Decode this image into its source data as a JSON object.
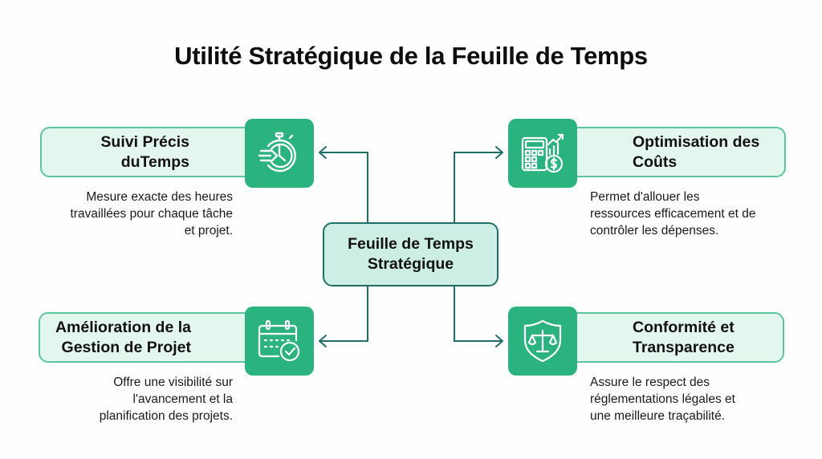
{
  "title": "Utilité Stratégique de la Feuille de Temps",
  "center": {
    "line1": "Feuille de Temps",
    "line2": "Stratégique"
  },
  "nodes": [
    {
      "position": "top-left",
      "title_lines": [
        "Suivi Précis duTemps"
      ],
      "icon": "stopwatch-icon",
      "description_lines": [
        "Mesure exacte des heures",
        "travaillées pour chaque tâche",
        "et projet."
      ]
    },
    {
      "position": "top-right",
      "title_lines": [
        "Optimisation des Coûts"
      ],
      "icon": "calculator-dollar-icon",
      "description_lines": [
        "Permet d'allouer les",
        "ressources efficacement et de",
        "contrôler les dépenses."
      ]
    },
    {
      "position": "bottom-left",
      "title_lines": [
        "Amélioration de la",
        "Gestion de Projet"
      ],
      "icon": "calendar-check-icon",
      "description_lines": [
        "Offre une visibilité sur",
        "l'avancement et la",
        "planification des projets."
      ]
    },
    {
      "position": "bottom-right",
      "title_lines": [
        "Conformité et",
        "Transparence"
      ],
      "icon": "shield-scales-icon",
      "description_lines": [
        "Assure le respect des",
        "réglementations légales et",
        "une meilleure traçabilité."
      ]
    }
  ],
  "colors": {
    "accent_green": "#2bb37f",
    "label_fill": "#e4f7ee",
    "label_border": "#5cc59e",
    "center_fill": "#cdeee4",
    "connector": "#1f6e6a"
  }
}
